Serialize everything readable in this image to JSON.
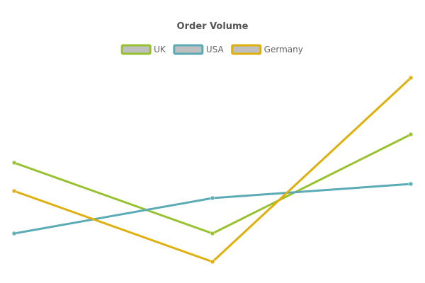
{
  "chart_data": {
    "type": "line",
    "title": "Order Volume",
    "xlabel": "",
    "ylabel": "",
    "x": [
      0,
      1,
      2
    ],
    "ylim": [
      0,
      7
    ],
    "grid": false,
    "legend_position": "top-center",
    "series": [
      {
        "name": "UK",
        "color": "#97c22f",
        "values": [
          3.4,
          1.4,
          4.2
        ]
      },
      {
        "name": "USA",
        "color": "#5aabb5",
        "values": [
          1.4,
          2.4,
          2.8
        ]
      },
      {
        "name": "Germany",
        "color": "#dfaf0e",
        "values": [
          2.6,
          0.6,
          5.8
        ]
      }
    ]
  }
}
